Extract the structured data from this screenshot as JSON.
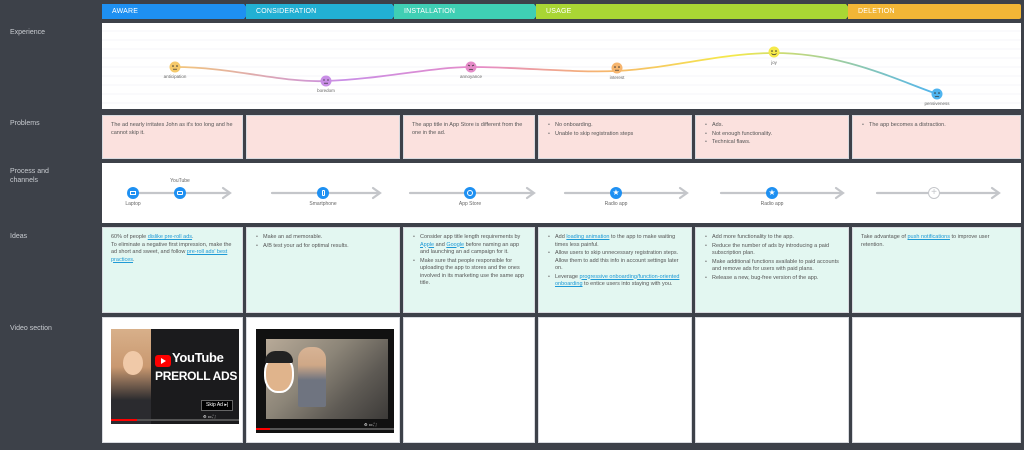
{
  "stages": [
    {
      "label": "AWARE",
      "color": "#1e90f2"
    },
    {
      "label": "CONSIDERATION",
      "color": "#22b0d4"
    },
    {
      "label": "INSTALLATION",
      "color": "#3fcfb4"
    },
    {
      "label": "USAGE",
      "color": "#a9d634"
    },
    {
      "label": "DELETION",
      "color": "#f2b636"
    }
  ],
  "row_labels": {
    "experience": "Experience",
    "problems": "Problems",
    "process": "Process and channels",
    "ideas": "Ideas",
    "video": "Video section"
  },
  "experience": {
    "points": [
      {
        "label": "anticipation",
        "mood": "neutral",
        "color": "#f5c96a"
      },
      {
        "label": "boredom",
        "mood": "bored",
        "color": "#c98ee6"
      },
      {
        "label": "annoyance",
        "mood": "annoyed",
        "color": "#e58bc8"
      },
      {
        "label": "interest",
        "mood": "interest",
        "color": "#f6b56e"
      },
      {
        "label": "joy",
        "mood": "happy",
        "color": "#f5e94a"
      },
      {
        "label": "pensiveness",
        "mood": "sad",
        "color": "#4fb4ef"
      }
    ]
  },
  "problems": [
    {
      "text": "The ad nearly irritates John as it's too long and he cannot skip it.",
      "bullets": []
    },
    {
      "text": "",
      "bullets": []
    },
    {
      "text": "The app title in App Store is different from the one in the ad.",
      "bullets": []
    },
    {
      "text": "",
      "bullets": [
        "No onboarding.",
        "Unable to skip registration steps"
      ]
    },
    {
      "text": "",
      "bullets": [
        "Ads.",
        "Not enough functionality.",
        "Technical flaws."
      ]
    },
    {
      "text": "",
      "bullets": [
        "The app becomes a distraction."
      ]
    }
  ],
  "process": [
    {
      "items": [
        {
          "label": "Laptop",
          "icon": "laptop-icon"
        },
        {
          "label": "YouTube",
          "icon": "youtube-icon"
        }
      ]
    },
    {
      "items": [
        {
          "label": "Smartphone",
          "icon": "smartphone-icon"
        }
      ]
    },
    {
      "items": [
        {
          "label": "App Store",
          "icon": "app-store-icon"
        }
      ]
    },
    {
      "items": [
        {
          "label": "Radio app",
          "icon": "star-icon"
        }
      ]
    },
    {
      "items": [
        {
          "label": "Radio app",
          "icon": "star-icon"
        }
      ]
    },
    {
      "items": [
        {
          "label": "",
          "icon": "add-icon"
        }
      ]
    }
  ],
  "ideas": {
    "c1": {
      "l1_a": "60% of people ",
      "l1_link": "dislike pre-roll ads",
      "l1_b": ".",
      "l2": "To eliminate a negative first impression, make the ad short and sweet, and follow ",
      "l2_link": "pre-roll ads' best practices",
      "l2_b": "."
    },
    "c2": {
      "b1": "Make an ad memorable.",
      "b2": "A/B test your ad for optimal results."
    },
    "c3": {
      "b1_a": "Consider app title length requirements by ",
      "b1_link1": "Apple",
      "b1_b": " and ",
      "b1_link2": "Google",
      "b1_c": " before naming an app and launching an ad campaign for it.",
      "b2": "Make sure that people responsible for uploading the app to stores and the ones involved in its marketing use the same app title."
    },
    "c4": {
      "b1_a": "Add ",
      "b1_link": "loading animation",
      "b1_b": " to the app to make waiting times less painful.",
      "b2": "Allow users to skip unnecessary registration steps. Allow them to add this info in account settings later on.",
      "b3_a": "Leverage ",
      "b3_link": "progressive onboarding/function-oriented onboarding",
      "b3_b": " to entice users into staying with you."
    },
    "c5": {
      "b1": "Add more functionality to the app.",
      "b2": "Reduce the number of ads by introducing a paid subscription plan.",
      "b3": "Make additional functions available to paid accounts and remove ads for users with paid plans.",
      "b4": "Release a new, bug-free version of the app."
    },
    "c6": {
      "t_a": "Take advantage of ",
      "t_link": "push notifications",
      "t_b": " to improve user retention."
    }
  },
  "video": {
    "v1": {
      "line1": "YouTube",
      "line2": "PREROLL ADS",
      "skip": "Skip Ad"
    },
    "v2": {}
  }
}
